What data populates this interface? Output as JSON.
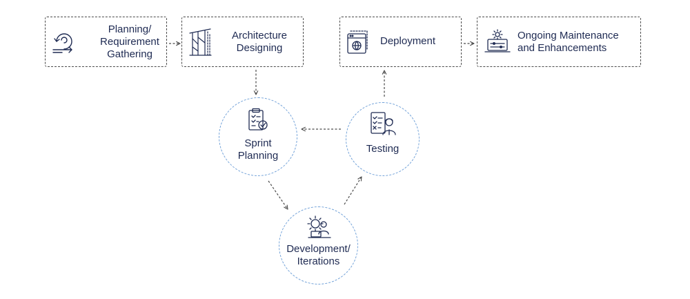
{
  "stages": {
    "planning": {
      "line1": "Planning/",
      "line2": "Requirement",
      "line3": "Gathering"
    },
    "architecture": {
      "line1": "Architecture",
      "line2": "Designing"
    },
    "deployment": {
      "label": "Deployment"
    },
    "maintenance": {
      "line1": "Ongoing Maintenance",
      "line2": "and Enhancements"
    }
  },
  "cycle": {
    "sprint": {
      "line1": "Sprint",
      "line2": "Planning"
    },
    "development": {
      "line1": "Development/",
      "line2": "Iterations"
    },
    "testing": {
      "label": "Testing"
    }
  },
  "colors": {
    "text": "#1e2a52",
    "box_border": "#4a4a4a",
    "circle_border": "#6fa0d8",
    "arrow": "#4a4a4a"
  },
  "icons": {
    "planning": "cycle-arrows-icon",
    "architecture": "building-frame-icon",
    "deployment": "web-window-icon",
    "maintenance": "laptop-gear-icon",
    "sprint": "clipboard-check-icon",
    "development": "developer-gear-icon",
    "testing": "tester-checklist-icon"
  }
}
